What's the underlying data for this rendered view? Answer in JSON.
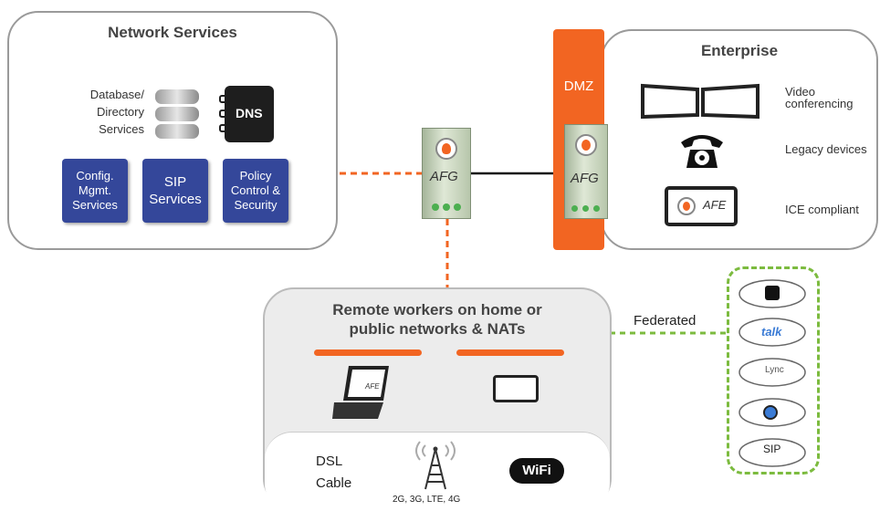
{
  "network_services": {
    "title": "Network Services",
    "db_label": "Database/\nDirectory\nServices",
    "dns_label": "DNS",
    "boxes": [
      {
        "label": "Config.\nMgmt.\nServices"
      },
      {
        "label": "SIP\nServices"
      },
      {
        "label": "Policy\nControl &\nSecurity"
      }
    ]
  },
  "afg_center": {
    "label": "AFG"
  },
  "dmz": {
    "label": "DMZ",
    "afg_label": "AFG"
  },
  "enterprise": {
    "title": "Enterprise",
    "devices": [
      {
        "label": "Video\nconferencing"
      },
      {
        "label": "Legacy devices"
      },
      {
        "label": "ICE compliant"
      }
    ],
    "afe_label": "AFE"
  },
  "remote": {
    "title": "Remote workers on home or\npublic networks & NATs",
    "laptop_afe": "AFE",
    "dsl": "DSL\nCable",
    "mobile": "2G, 3G, LTE, 4G",
    "wifi": "WiFi"
  },
  "federated": {
    "label": "Federated",
    "clouds": [
      {
        "label": ""
      },
      {
        "label": "talk"
      },
      {
        "label": "Lync"
      },
      {
        "label": ""
      },
      {
        "label": "SIP"
      }
    ]
  },
  "colors": {
    "accent": "#f26522",
    "blue": "#34479a",
    "green": "#7cbb3f"
  }
}
